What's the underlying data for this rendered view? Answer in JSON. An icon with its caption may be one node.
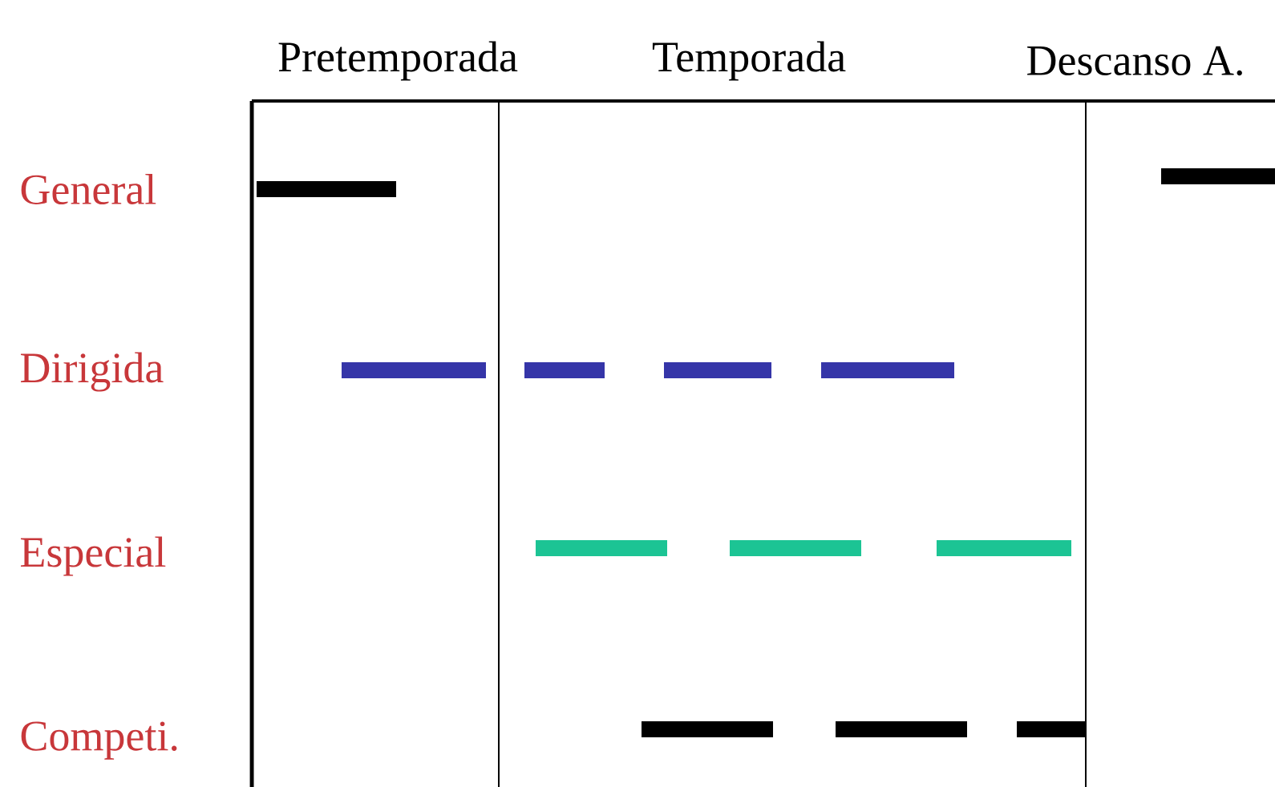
{
  "diagram": {
    "labels": [
      "Pretemporada",
      "Temporada",
      "Descanso A.",
      "General",
      "Dirigida",
      "Especial",
      "Competi."
    ]
  }
}
